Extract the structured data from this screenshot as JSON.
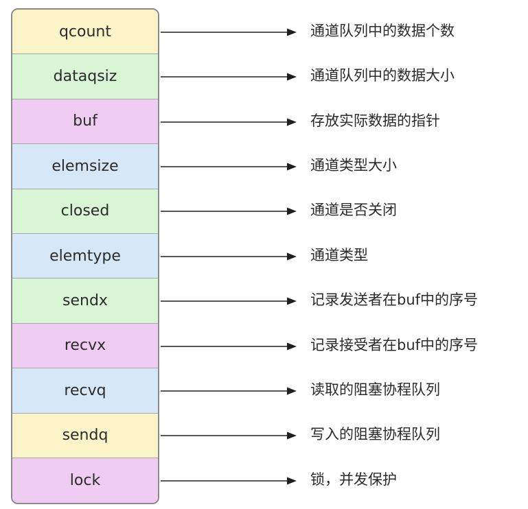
{
  "colors": {
    "yellow": "#faf4c8",
    "green": "#d9f5d6",
    "purple": "#efcdf3",
    "blue": "#d6e8f7",
    "arrow": "#1f1f1f"
  },
  "fields": [
    {
      "name": "qcount",
      "desc": "通道队列中的数据个数",
      "color": "yellow"
    },
    {
      "name": "dataqsiz",
      "desc": "通道队列中的数据大小",
      "color": "green"
    },
    {
      "name": "buf",
      "desc": "存放实际数据的指针",
      "color": "purple"
    },
    {
      "name": "elemsize",
      "desc": "通道类型大小",
      "color": "blue"
    },
    {
      "name": "closed",
      "desc": "通道是否关闭",
      "color": "green"
    },
    {
      "name": "elemtype",
      "desc": "通道类型",
      "color": "blue"
    },
    {
      "name": "sendx",
      "desc": "记录发送者在buf中的序号",
      "color": "green"
    },
    {
      "name": "recvx",
      "desc": "记录接受者在buf中的序号",
      "color": "purple"
    },
    {
      "name": "recvq",
      "desc": "读取的阻塞协程队列",
      "color": "blue"
    },
    {
      "name": "sendq",
      "desc": "写入的阻塞协程队列",
      "color": "yellow"
    },
    {
      "name": "lock",
      "desc": "锁，并发保护",
      "color": "purple"
    }
  ]
}
